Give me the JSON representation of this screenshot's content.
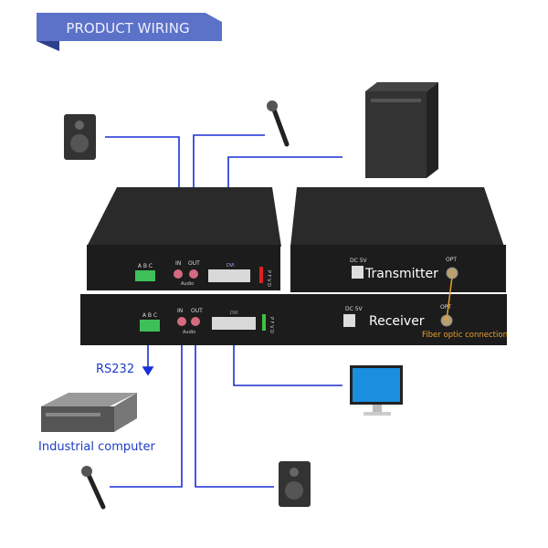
{
  "banner": {
    "title": "PRODUCT WIRING",
    "color": "#5b72c8"
  },
  "left_unit_top": {
    "rs_labels": "A B C",
    "audio_in": "IN",
    "audio_out": "OUT",
    "audio": "Audio",
    "dvi": "DVI",
    "leds": "P F V D",
    "led_color": "#e02020"
  },
  "left_unit_bottom": {
    "rs_labels": "A B C",
    "audio_in": "IN",
    "audio_out": "OUT",
    "audio": "Audio",
    "dvi": "DVI",
    "leds": "P F V D",
    "led_color": "#40c040"
  },
  "transmitter": {
    "label": "Transmitter",
    "dc": "DC 5V",
    "opt": "OPT"
  },
  "receiver": {
    "label": "Receiver",
    "dc": "DC 5V",
    "opt": "OPT"
  },
  "fiber_label": "Fiber optic connection",
  "rs232_label": "RS232",
  "industrial_label": "Industrial computer",
  "colors": {
    "wire": "#1a2fd6",
    "fiber": "#e8a030",
    "label_blue": "#1e3cc8",
    "device": "#1c1c1c"
  }
}
